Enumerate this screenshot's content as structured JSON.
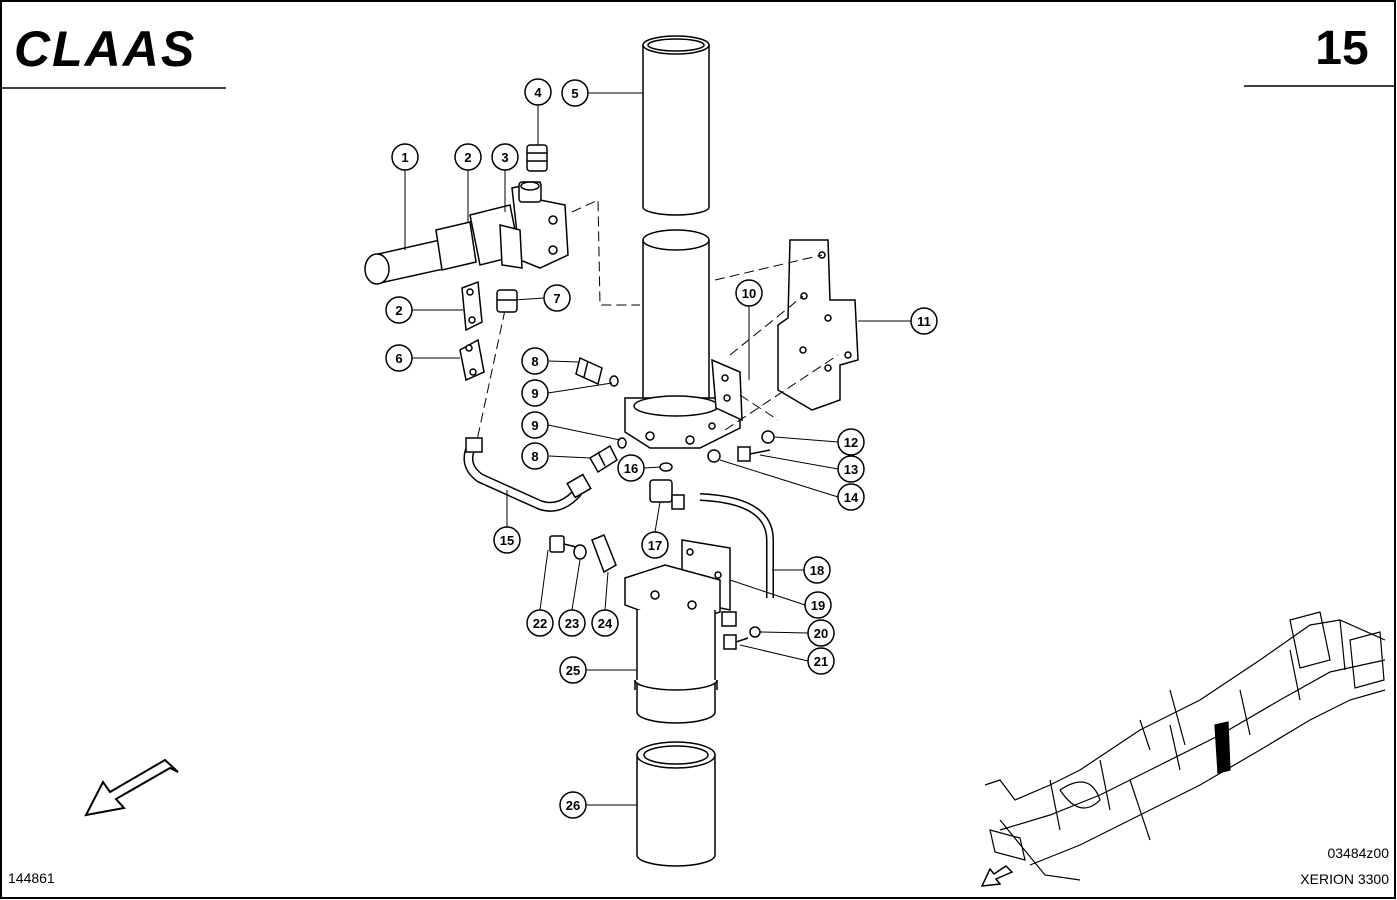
{
  "header": {
    "brand": "CLAAS",
    "page_number": "15"
  },
  "footer": {
    "doc_id": "144861",
    "drawing_code": "03484z00",
    "model": "XERION 3300"
  },
  "callouts": [
    "1",
    "2",
    "3",
    "4",
    "5",
    "2",
    "6",
    "7",
    "8",
    "9",
    "9",
    "8",
    "10",
    "11",
    "12",
    "13",
    "14",
    "15",
    "16",
    "17",
    "18",
    "19",
    "20",
    "21",
    "22",
    "23",
    "24",
    "25",
    "26"
  ],
  "colors": {
    "ink": "#000000",
    "paper": "#ffffff",
    "shade": "#f2f2f2"
  },
  "icons": [
    "direction-arrow-icon",
    "small-direction-arrow-icon"
  ]
}
